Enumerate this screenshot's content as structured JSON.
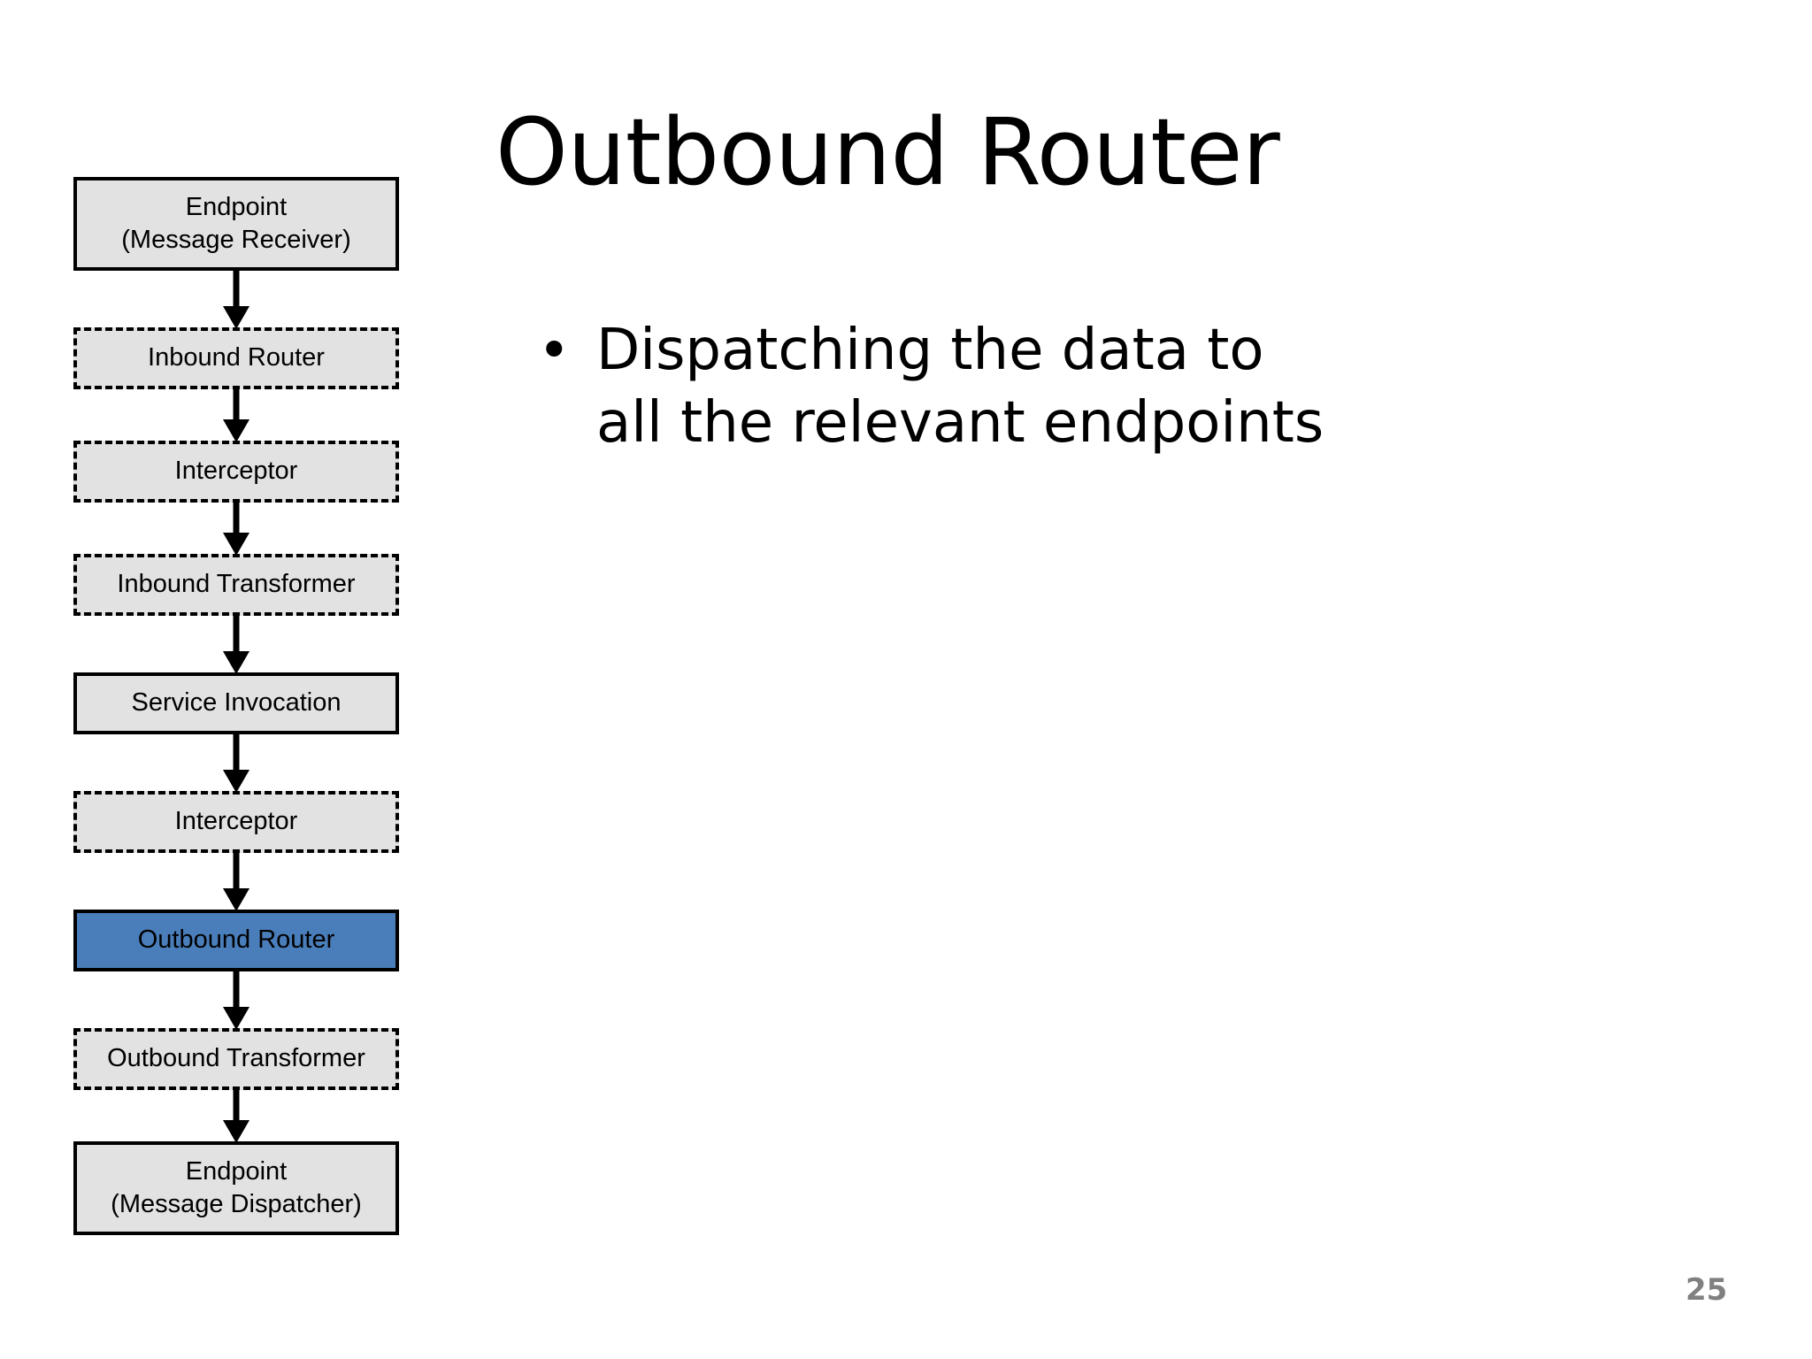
{
  "slide": {
    "title": "Outbound Router",
    "page_number": "25",
    "background_color": "#ffffff"
  },
  "body": {
    "bullet_glyph": "•",
    "bullets": [
      "Dispatching the data to all the relevant endpoints"
    ]
  },
  "diagram": {
    "type": "flowchart",
    "orientation": "vertical",
    "node_fill": "#e2e2e2",
    "highlight_fill": "#4a7ebb",
    "border_color": "#000000",
    "nodes": [
      {
        "label": "Endpoint\n(Message Receiver)",
        "line1": "Endpoint",
        "line2": "(Message Receiver)",
        "border": "solid",
        "highlighted": false
      },
      {
        "label": "Inbound Router",
        "line1": "Inbound Router",
        "line2": "",
        "border": "dashed",
        "highlighted": false
      },
      {
        "label": "Interceptor",
        "line1": "Interceptor",
        "line2": "",
        "border": "dashed",
        "highlighted": false
      },
      {
        "label": "Inbound Transformer",
        "line1": "Inbound Transformer",
        "line2": "",
        "border": "dashed",
        "highlighted": false
      },
      {
        "label": "Service Invocation",
        "line1": "Service Invocation",
        "line2": "",
        "border": "solid",
        "highlighted": false
      },
      {
        "label": "Interceptor",
        "line1": "Interceptor",
        "line2": "",
        "border": "dashed",
        "highlighted": false
      },
      {
        "label": "Outbound Router",
        "line1": "Outbound Router",
        "line2": "",
        "border": "solid",
        "highlighted": true
      },
      {
        "label": "Outbound Transformer",
        "line1": "Outbound Transformer",
        "line2": "",
        "border": "dashed",
        "highlighted": false
      },
      {
        "label": "Endpoint\n(Message Dispatcher)",
        "line1": "Endpoint",
        "line2": "(Message Dispatcher)",
        "border": "solid",
        "highlighted": false
      }
    ],
    "arrow_count": 8
  }
}
